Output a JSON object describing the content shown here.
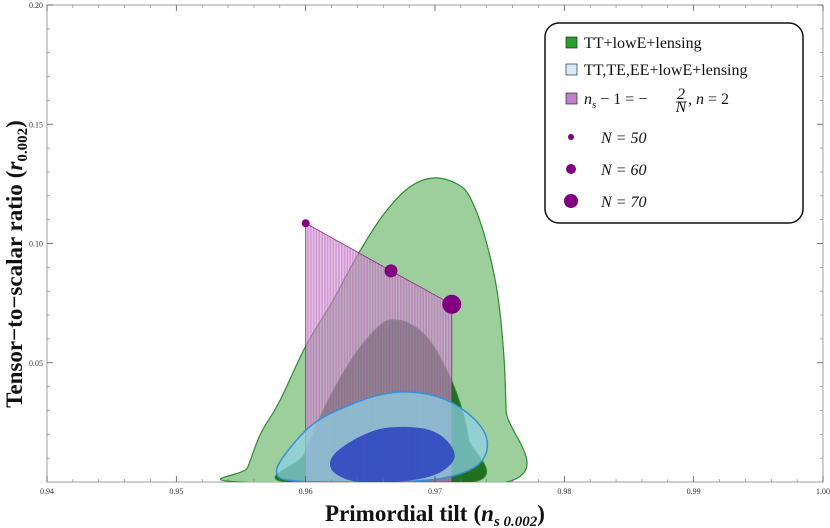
{
  "chart_data": {
    "type": "area",
    "xlabel": "Primordial tilt",
    "xlabel_symbol": "n",
    "xlabel_sub": "s 0.002",
    "ylabel": "Tensor−to−scalar ratio",
    "ylabel_symbol": "r",
    "ylabel_sub": "0.002",
    "xlim": [
      0.94,
      1.0
    ],
    "ylim": [
      0.0,
      0.2
    ],
    "xticks": [
      "0.94",
      "0.95",
      "0.96",
      "0.97",
      "0.98",
      "0.99",
      "1.00"
    ],
    "yticks": [
      "0.05",
      "0.10",
      "0.15",
      "0.20"
    ],
    "legend_position": "top-right",
    "colors": {
      "tt_outer": "#98cc98",
      "tt_inner": "#1a6a1a",
      "tt_stroke": "#2e8b2e",
      "te_outer": "#8ed0e6",
      "te_inner": "#2a3fbf",
      "te_stroke": "#3a8fd8",
      "model": "#d8a8d8",
      "model_hatch": "#b040b0",
      "model_stroke": "#8a2a8a",
      "points": "#800080"
    },
    "series": [
      {
        "name": "TT+lowE+lensing",
        "outer_region": [
          [
            0.9548,
            0.0
          ],
          [
            0.9555,
            0.006
          ],
          [
            0.9565,
            0.02
          ],
          [
            0.958,
            0.034
          ],
          [
            0.96,
            0.057
          ],
          [
            0.962,
            0.075
          ],
          [
            0.964,
            0.095
          ],
          [
            0.966,
            0.112
          ],
          [
            0.968,
            0.1235
          ],
          [
            0.97,
            0.1275
          ],
          [
            0.972,
            0.124
          ],
          [
            0.973,
            0.116
          ],
          [
            0.974,
            0.1
          ],
          [
            0.9748,
            0.08
          ],
          [
            0.9753,
            0.055
          ],
          [
            0.9755,
            0.03
          ],
          [
            0.9756,
            0.0
          ]
        ],
        "inner_region": [
          [
            0.9584,
            0.0
          ],
          [
            0.9598,
            0.011
          ],
          [
            0.961,
            0.026
          ],
          [
            0.9625,
            0.042
          ],
          [
            0.964,
            0.055
          ],
          [
            0.9657,
            0.0655
          ],
          [
            0.9667,
            0.068
          ],
          [
            0.968,
            0.0665
          ],
          [
            0.9695,
            0.06
          ],
          [
            0.971,
            0.046
          ],
          [
            0.972,
            0.032
          ],
          [
            0.9726,
            0.018
          ],
          [
            0.973,
            0.0
          ]
        ]
      },
      {
        "name": "TT,TE,EE+lowE+lensing",
        "outer_region": [
          [
            0.9578,
            0.003
          ],
          [
            0.9582,
            0.01
          ],
          [
            0.9605,
            0.024
          ],
          [
            0.9635,
            0.0325
          ],
          [
            0.9667,
            0.0375
          ],
          [
            0.9697,
            0.0365
          ],
          [
            0.972,
            0.031
          ],
          [
            0.9737,
            0.022
          ],
          [
            0.974,
            0.013
          ],
          [
            0.973,
            0.006
          ],
          [
            0.9705,
            0.0015
          ],
          [
            0.9668,
            0.0
          ],
          [
            0.9625,
            0.0
          ],
          [
            0.959,
            0.0005
          ]
        ],
        "inner_region": [
          [
            0.962,
            0.01
          ],
          [
            0.9635,
            0.017
          ],
          [
            0.966,
            0.0225
          ],
          [
            0.969,
            0.0225
          ],
          [
            0.9708,
            0.018
          ],
          [
            0.9715,
            0.01
          ],
          [
            0.97,
            0.003
          ],
          [
            0.967,
            0.0
          ],
          [
            0.964,
            0.0
          ],
          [
            0.9622,
            0.004
          ]
        ]
      },
      {
        "name": "n_s − 1 = − 2/N,  n = 2",
        "region": [
          [
            0.96,
            0.0
          ],
          [
            0.96,
            0.1085
          ],
          [
            0.9666,
            0.0885
          ],
          [
            0.9713,
            0.0745
          ],
          [
            0.9713,
            0.0
          ]
        ],
        "hatch_x_step": 0.00012
      }
    ],
    "points": [
      {
        "label": "N = 50",
        "N": 50,
        "x": 0.96,
        "y": 0.1085,
        "size": 4
      },
      {
        "label": "N = 60",
        "N": 60,
        "x": 0.9666,
        "y": 0.0885,
        "size": 6.5
      },
      {
        "label": "N = 70",
        "N": 70,
        "x": 0.9713,
        "y": 0.0745,
        "size": 9.5
      }
    ],
    "legend": [
      {
        "text": "TT+lowE+lensing",
        "kind": "swatch",
        "color": "#2aa02a"
      },
      {
        "text": "TT,TE,EE+lowE+lensing",
        "kind": "swatch",
        "color": "#d6ecfa"
      },
      {
        "math": [
          "n",
          "s",
          " − 1 = −",
          "2",
          "N",
          ",  ",
          "n",
          " = 2"
        ],
        "kind": "swatch",
        "color": "#c080c8"
      },
      {
        "text": "N = 50",
        "kind": "dot",
        "size": 3
      },
      {
        "text": "N = 60",
        "kind": "dot",
        "size": 5
      },
      {
        "text": "N = 70",
        "kind": "dot",
        "size": 7
      }
    ]
  }
}
